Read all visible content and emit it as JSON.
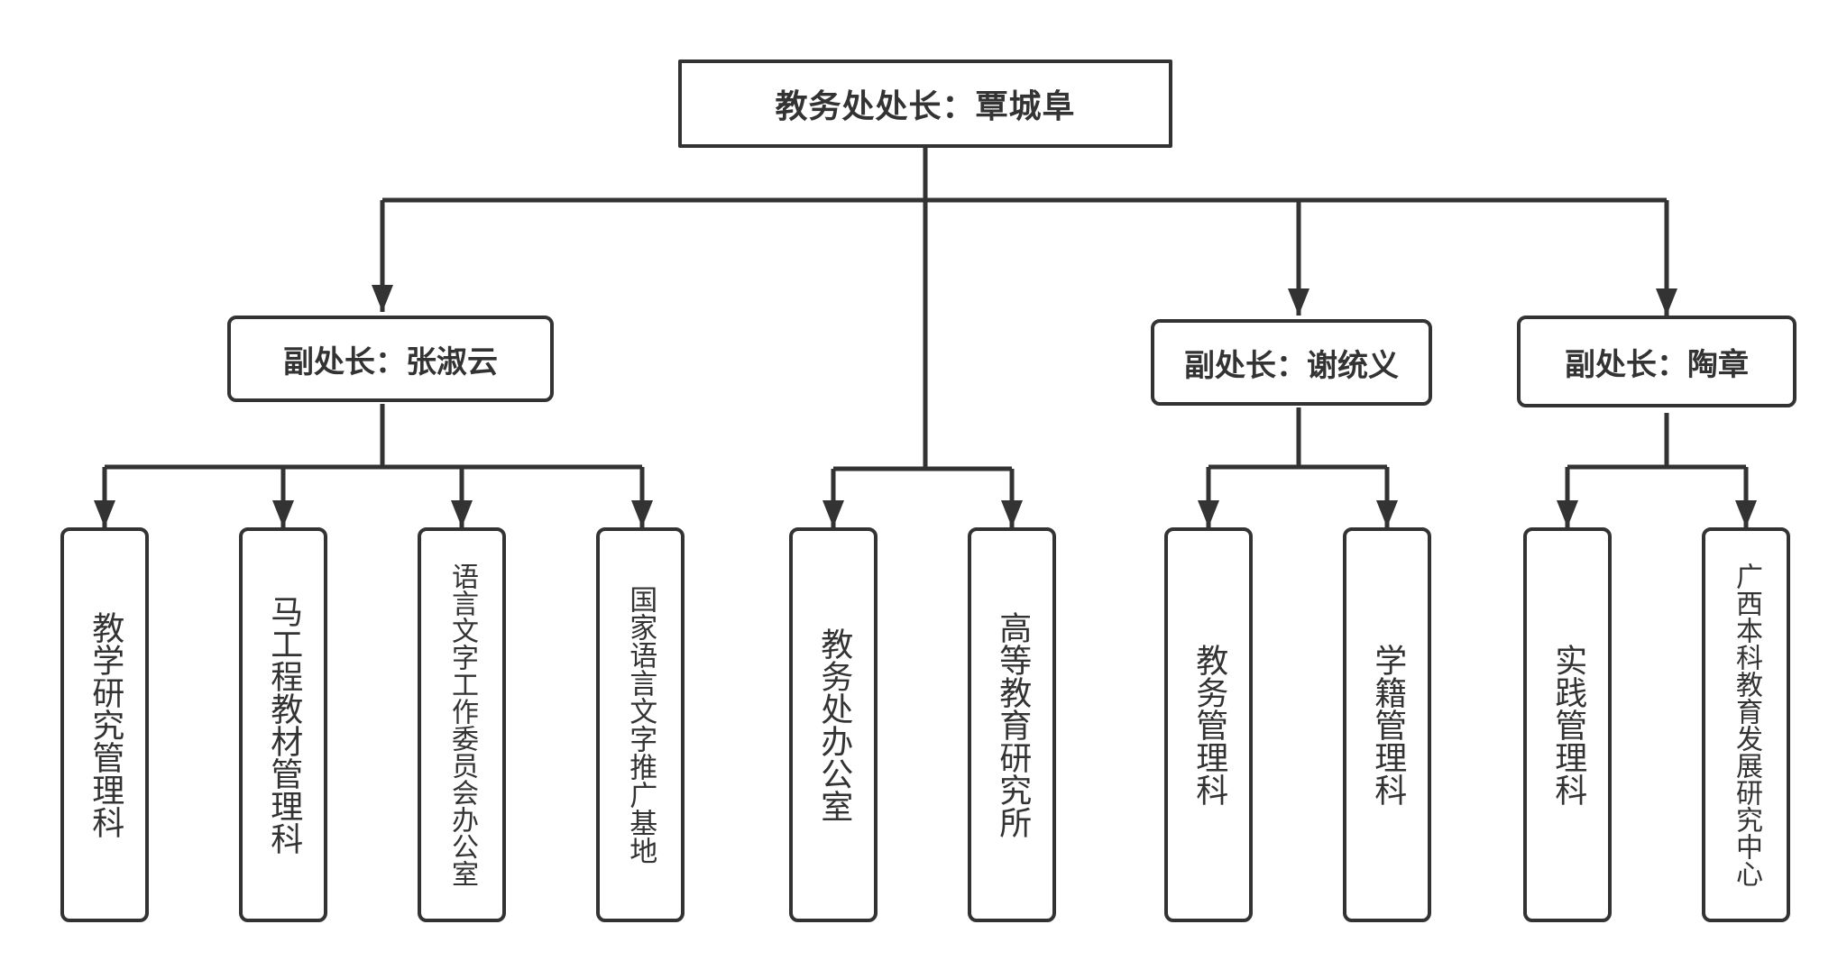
{
  "diagram": {
    "root": {
      "label": "教务处处长：覃城阜"
    },
    "deputies": [
      {
        "label": "副处长：张淑云"
      },
      {
        "label": "副处长：谢统义"
      },
      {
        "label": "副处长：陶章"
      }
    ],
    "units": [
      {
        "label": "教学研究管理科"
      },
      {
        "label": "马工程教材管理科"
      },
      {
        "label": "语言文字工作委员会办公室"
      },
      {
        "label": "国家语言文字推广基地"
      },
      {
        "label": "教务处办公室"
      },
      {
        "label": "高等教育研究所"
      },
      {
        "label": "教务管理科"
      },
      {
        "label": "学籍管理科"
      },
      {
        "label": "实践管理科"
      },
      {
        "label": "广西本科教育发展研究中心"
      }
    ],
    "colors": {
      "stroke": "#333333",
      "text": "#333333",
      "background": "#ffffff"
    }
  }
}
